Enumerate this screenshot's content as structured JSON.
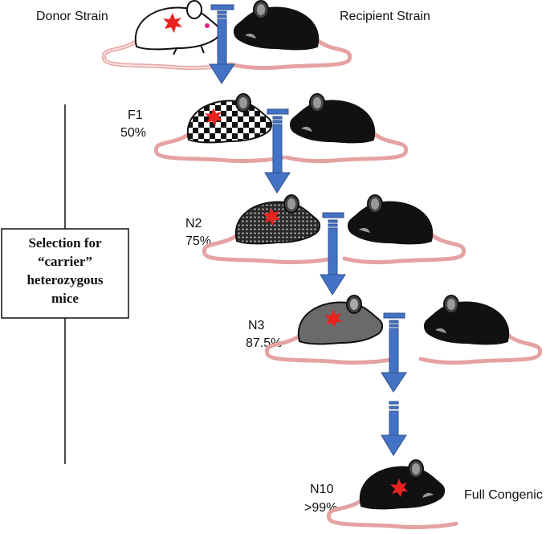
{
  "labels": {
    "donor": "Donor Strain",
    "recipient": "Recipient Strain",
    "full_congenic": "Full Congenic"
  },
  "generations": [
    {
      "name": "F1",
      "percent": "50%"
    },
    {
      "name": "N2",
      "percent": "75%"
    },
    {
      "name": "N3",
      "percent": "87.5%"
    },
    {
      "name": "N10",
      "percent": ">99%"
    }
  ],
  "selection_box": {
    "lines": [
      "Selection for",
      "“carrier”",
      "heterozygous",
      "mice"
    ]
  },
  "colors": {
    "arrow": "#4472c4",
    "arrow_stroke": "#2f528f",
    "mutation_star": "#e8231f",
    "tail": "#f4b6b6",
    "recipient_body": "#111111",
    "n3_body": "#6a6a6a"
  }
}
